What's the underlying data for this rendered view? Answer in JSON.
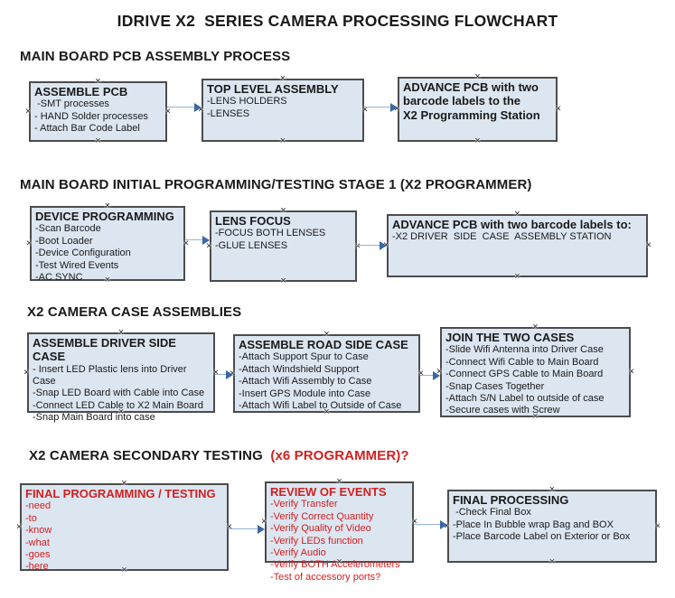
{
  "title": "IDRIVE X2  SERIES CAMERA PROCESSING FLOWCHART",
  "icons": {
    "connection_handle": "×",
    "arrowhead": "right-triangle"
  },
  "colors": {
    "box_fill": "#dce6f1",
    "box_border": "#4c4c4c",
    "arrow_line": "#95b3d7",
    "arrow_head": "#3a67a8",
    "red_text": "#d22020",
    "black_text": "#1a1a1a"
  },
  "sections": [
    {
      "heading": "MAIN BOARD PCB ASSEMBLY PROCESS",
      "boxes": [
        {
          "title": "ASSEMBLE PCB",
          "color": "black",
          "items": [
            " -SMT processes",
            "- HAND Solder processes",
            "- Attach Bar Code Label"
          ]
        },
        {
          "title": "TOP LEVEL ASSEMBLY",
          "color": "black",
          "items": [
            "-LENS HOLDERS",
            "-LENSES"
          ]
        },
        {
          "title": "ADVANCE PCB with two\nbarcode labels to the\n X2 Programming Station",
          "color": "black",
          "items": []
        }
      ]
    },
    {
      "heading": "MAIN BOARD INITIAL PROGRAMMING/TESTING STAGE 1 (X2 PROGRAMMER)",
      "boxes": [
        {
          "title": "DEVICE PROGRAMMING",
          "color": "black",
          "items": [
            "-Scan Barcode",
            "-Boot Loader",
            "-Device Configuration",
            "-Test Wired Events",
            "-AC SYNC"
          ]
        },
        {
          "title": "LENS FOCUS",
          "color": "black",
          "items": [
            "-FOCUS BOTH LENSES",
            "-GLUE LENSES"
          ]
        },
        {
          "title": "ADVANCE PCB with two barcode labels to:",
          "color": "black",
          "items": [
            "-X2 DRIVER  SIDE  CASE  ASSEMBLY STATION"
          ]
        }
      ]
    },
    {
      "heading": "X2 CAMERA CASE ASSEMBLIES",
      "boxes": [
        {
          "title": "ASSEMBLE DRIVER SIDE CASE",
          "color": "black",
          "items": [
            "- Insert LED Plastic lens into Driver Case",
            "-Snap LED Board with Cable into Case",
            "-Connect LED Cable to X2 Main Board",
            "-Snap Main Board into case"
          ]
        },
        {
          "title": "ASSEMBLE ROAD SIDE CASE",
          "color": "black",
          "items": [
            "-Attach Support Spur to Case",
            "-Attach Windshield Support",
            "-Attach Wifi Assembly to Case",
            "-Insert GPS Module into Case",
            "-Attach Wifi Label to Outside of Case"
          ]
        },
        {
          "title": "JOIN THE TWO CASES",
          "color": "black",
          "items": [
            "-Slide Wifi Antenna into Driver Case",
            "-Connect Wifi Cable to Main Board",
            "-Connect GPS Cable to Main Board",
            "-Snap Cases Together",
            "-Attach S/N Label to outside of case",
            "-Secure cases with Screw"
          ]
        }
      ]
    },
    {
      "heading": "X2 CAMERA SECONDARY TESTING  ",
      "heading_suffix": "(x6 PROGRAMMER)?",
      "boxes": [
        {
          "title": "FINAL PROGRAMMING / TESTING",
          "color": "red",
          "items": [
            "-need",
            "-to",
            "-know",
            "-what",
            "-goes",
            "-here"
          ]
        },
        {
          "title": "REVIEW OF EVENTS",
          "color": "red",
          "items": [
            "-Verify Transfer",
            "-Verify Correct Quantity",
            "-Verify Quality of Video",
            "-Verify LEDs function",
            "-Verify Audio",
            "-Verify BOTH Accelerometers",
            "-Test of accessory ports?"
          ]
        },
        {
          "title": "FINAL PROCESSING",
          "color": "black",
          "items": [
            " -Check Final Box",
            "-Place In Bubble wrap Bag and BOX",
            "-Place Barcode Label on Exterior or Box"
          ]
        }
      ]
    }
  ]
}
